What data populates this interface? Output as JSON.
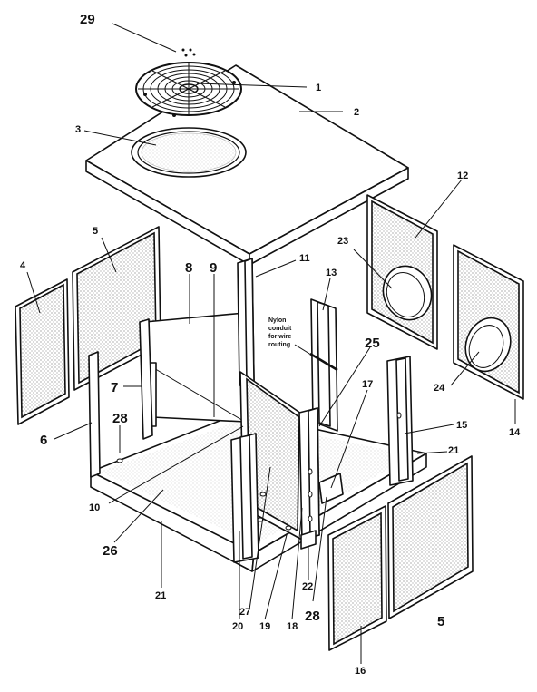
{
  "diagram": {
    "labels": [
      {
        "id": "1",
        "text": "1"
      },
      {
        "id": "2",
        "text": "2"
      },
      {
        "id": "3",
        "text": "3"
      },
      {
        "id": "4",
        "text": "4"
      },
      {
        "id": "5a",
        "text": "5"
      },
      {
        "id": "5b",
        "text": "5"
      },
      {
        "id": "6",
        "text": "6"
      },
      {
        "id": "7",
        "text": "7"
      },
      {
        "id": "8",
        "text": "8"
      },
      {
        "id": "9",
        "text": "9"
      },
      {
        "id": "10",
        "text": "10"
      },
      {
        "id": "11",
        "text": "11"
      },
      {
        "id": "12",
        "text": "12"
      },
      {
        "id": "13",
        "text": "13"
      },
      {
        "id": "14",
        "text": "14"
      },
      {
        "id": "15",
        "text": "15"
      },
      {
        "id": "16",
        "text": "16"
      },
      {
        "id": "17",
        "text": "17"
      },
      {
        "id": "18",
        "text": "18"
      },
      {
        "id": "19",
        "text": "19"
      },
      {
        "id": "20",
        "text": "20"
      },
      {
        "id": "21a",
        "text": "21"
      },
      {
        "id": "21b",
        "text": "21"
      },
      {
        "id": "22",
        "text": "22"
      },
      {
        "id": "23",
        "text": "23"
      },
      {
        "id": "24",
        "text": "24"
      },
      {
        "id": "25",
        "text": "25"
      },
      {
        "id": "26",
        "text": "26"
      },
      {
        "id": "27",
        "text": "27"
      },
      {
        "id": "28a",
        "text": "28"
      },
      {
        "id": "28b",
        "text": "28"
      },
      {
        "id": "29",
        "text": "29"
      }
    ],
    "note_lines": [
      "Nylon",
      "conduit",
      "for wire",
      "routing"
    ]
  }
}
